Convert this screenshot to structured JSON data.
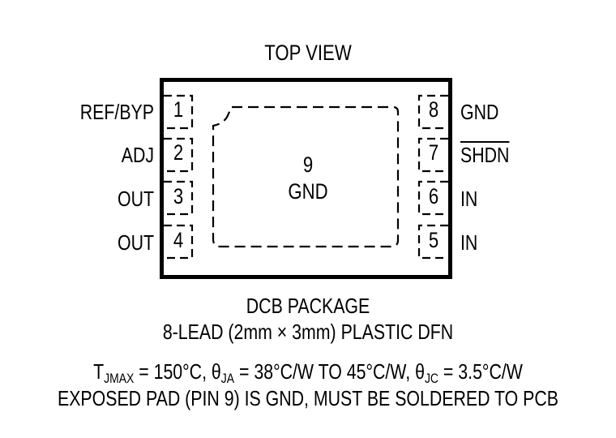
{
  "title": "TOP VIEW",
  "package": {
    "name": "DCB PACKAGE",
    "description": "8-LEAD (2mm × 3mm) PLASTIC DFN"
  },
  "exposed_pad": {
    "number": "9",
    "label": "GND"
  },
  "pins_left": [
    {
      "number": "1",
      "label": "REF/BYP"
    },
    {
      "number": "2",
      "label": "ADJ"
    },
    {
      "number": "3",
      "label": "OUT"
    },
    {
      "number": "4",
      "label": "OUT"
    }
  ],
  "pins_right": [
    {
      "number": "8",
      "label": "GND",
      "overbar": false
    },
    {
      "number": "7",
      "label": "SHDN",
      "overbar": true
    },
    {
      "number": "6",
      "label": "IN",
      "overbar": false
    },
    {
      "number": "5",
      "label": "IN",
      "overbar": false
    }
  ],
  "notes": {
    "thermal": {
      "tjmax_sym": "T",
      "tjmax_sub": "JMAX",
      "tjmax_val": " = 150°C, ",
      "theta_ja_sym": "θ",
      "theta_ja_sub": "JA",
      "theta_ja_val": " = 38°C/W TO 45°C/W, ",
      "theta_jc_sym": "θ",
      "theta_jc_sub": "JC",
      "theta_jc_val": " = 3.5°C/W"
    },
    "exposed_pad_note": "EXPOSED PAD (PIN 9) IS GND, MUST BE SOLDERED TO PCB"
  }
}
